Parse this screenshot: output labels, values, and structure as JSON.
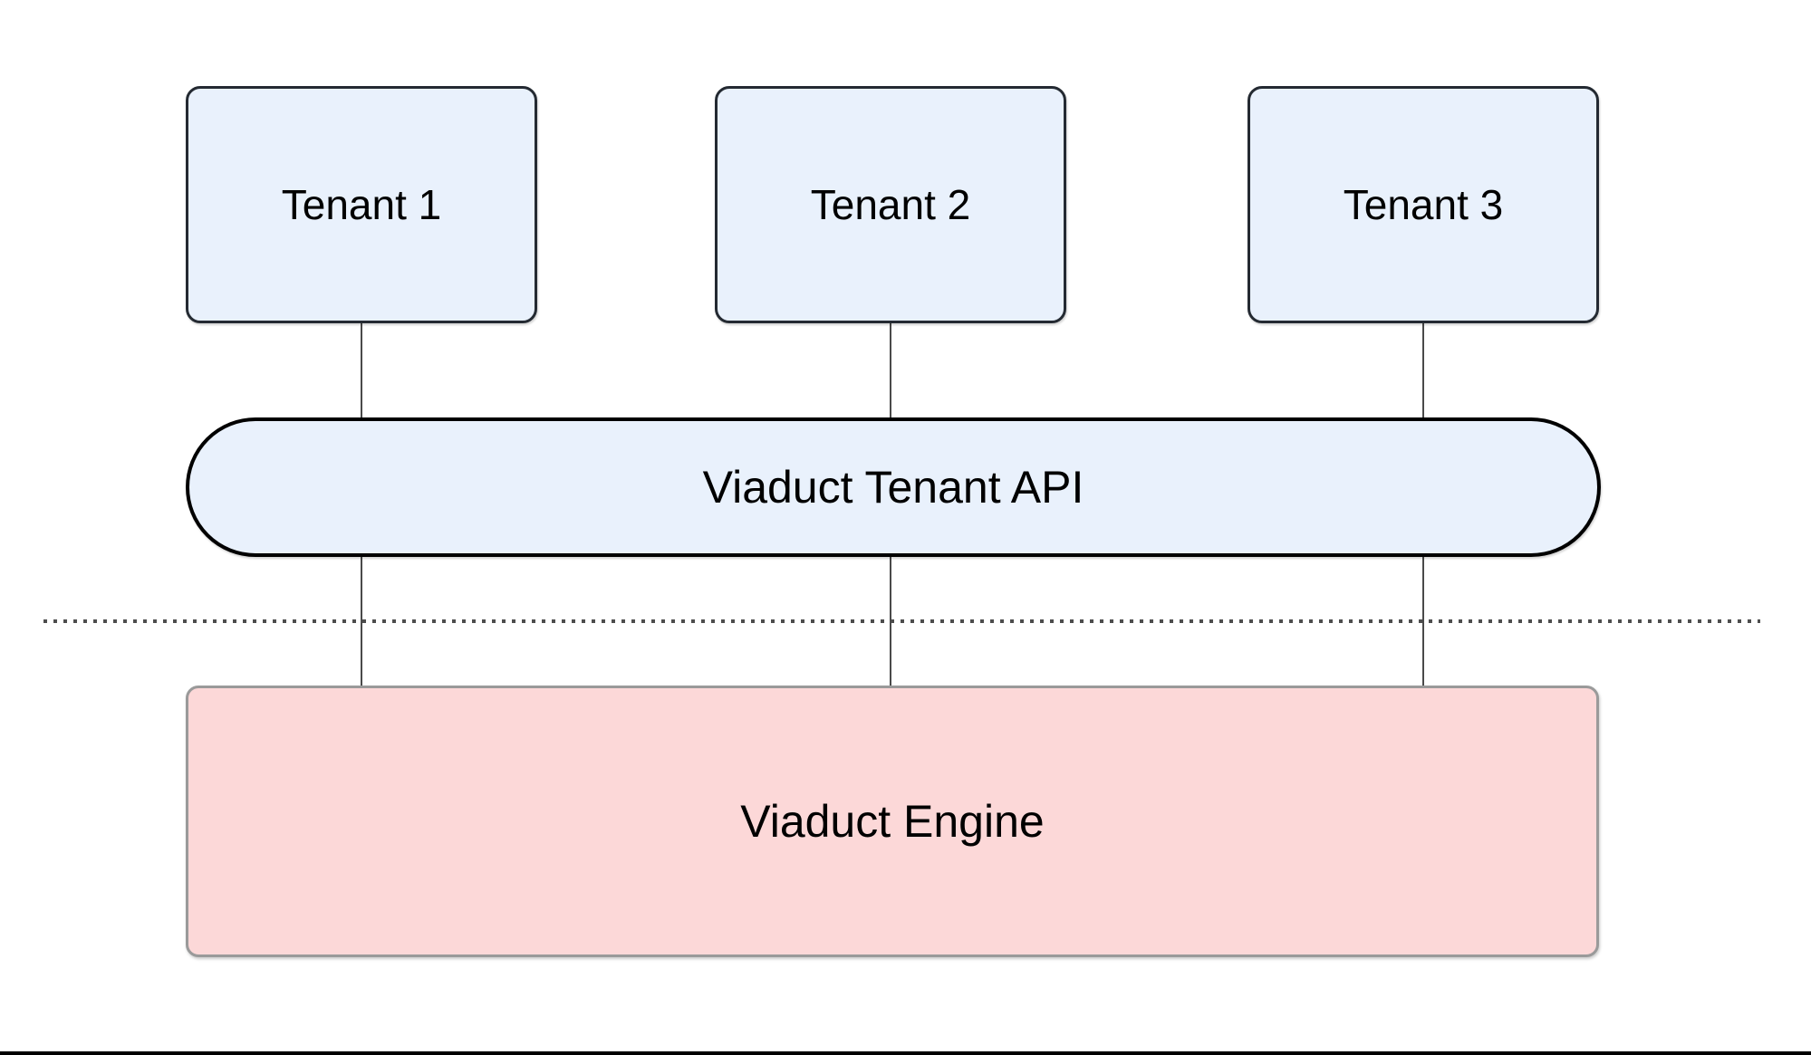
{
  "diagram": {
    "tenants": [
      {
        "label": "Tenant 1"
      },
      {
        "label": "Tenant 2"
      },
      {
        "label": "Tenant 3"
      }
    ],
    "api_label": "Viaduct Tenant API",
    "engine_label": "Viaduct Engine",
    "colors": {
      "node_fill": "#e9f1fc",
      "node_border": "#242a32",
      "pill_border": "#000000",
      "engine_fill": "#fcd8d8",
      "engine_border": "#9a9a9a",
      "connector": "#4a4a4a",
      "divider_dots": "#4d4d4d",
      "bottom_rule": "#000000"
    }
  }
}
